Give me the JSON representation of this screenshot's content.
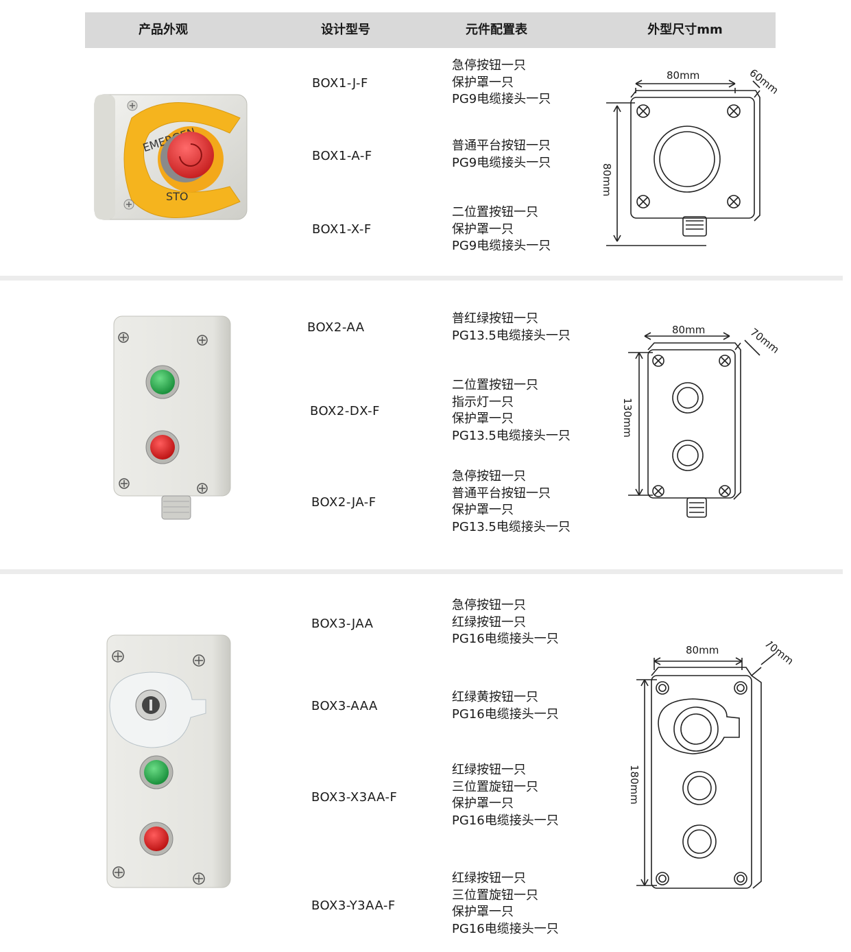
{
  "header": {
    "col_appearance": "产品外观",
    "col_model": "设计型号",
    "col_config": "元件配置表",
    "col_size": "外型尺寸mm"
  },
  "sections": [
    {
      "photo_icon": "emergency-stop-box-photo",
      "photo_labels": {
        "top": "EMERGEN",
        "bottom": "STO"
      },
      "models": [
        {
          "name": "BOX1-J-F",
          "config": [
            "急停按钮一只",
            "保护罩一只",
            "PG9电缆接头一只"
          ]
        },
        {
          "name": "BOX1-A-F",
          "config": [
            "普通平台按钮一只",
            "PG9电缆接头一只"
          ]
        },
        {
          "name": "BOX1-X-F",
          "config": [
            "二位置按钮一只",
            "保护罩一只",
            "PG9电缆接头一只"
          ]
        }
      ],
      "dims": {
        "width": "80mm",
        "depth": "60mm",
        "height": "80mm"
      }
    },
    {
      "photo_icon": "two-button-box-photo",
      "models": [
        {
          "name": "BOX2-AA",
          "config": [
            "普红绿按钮一只",
            "PG13.5电缆接头一只"
          ]
        },
        {
          "name": "BOX2-DX-F",
          "config": [
            "二位置按钮一只",
            "指示灯一只",
            "保护罩一只",
            "PG13.5电缆接头一只"
          ]
        },
        {
          "name": "BOX2-JA-F",
          "config": [
            "急停按钮一只",
            "普通平台按钮一只",
            "保护罩一只",
            "PG13.5电缆接头一只"
          ]
        }
      ],
      "dims": {
        "width": "80mm",
        "depth": "70mm",
        "height": "130mm"
      }
    },
    {
      "photo_icon": "three-position-box-photo",
      "models": [
        {
          "name": "BOX3-JAA",
          "config": [
            "急停按钮一只",
            "红绿按钮一只",
            "PG16电缆接头一只"
          ]
        },
        {
          "name": "BOX3-AAA",
          "config": [
            "红绿黄按钮一只",
            "PG16电缆接头一只"
          ]
        },
        {
          "name": "BOX3-X3AA-F",
          "config": [
            "红绿按钮一只",
            "三位置旋钮一只",
            "保护罩一只",
            "PG16电缆接头一只"
          ]
        },
        {
          "name": "BOX3-Y3AA-F",
          "config": [
            "红绿按钮一只",
            "三位置旋钮一只",
            "保护罩一只",
            "PG16电缆接头一只"
          ]
        }
      ],
      "dims": {
        "width": "80mm",
        "depth": "70mm",
        "height": "180mm"
      }
    }
  ],
  "colors": {
    "header_bg": "#d9d9d9",
    "divider": "#ececec",
    "box_body": "#e6e6e2",
    "guard_yellow": "#f5b41e",
    "stop_red": "#e23a3a",
    "button_green": "#22a34a",
    "button_red": "#d92424"
  }
}
